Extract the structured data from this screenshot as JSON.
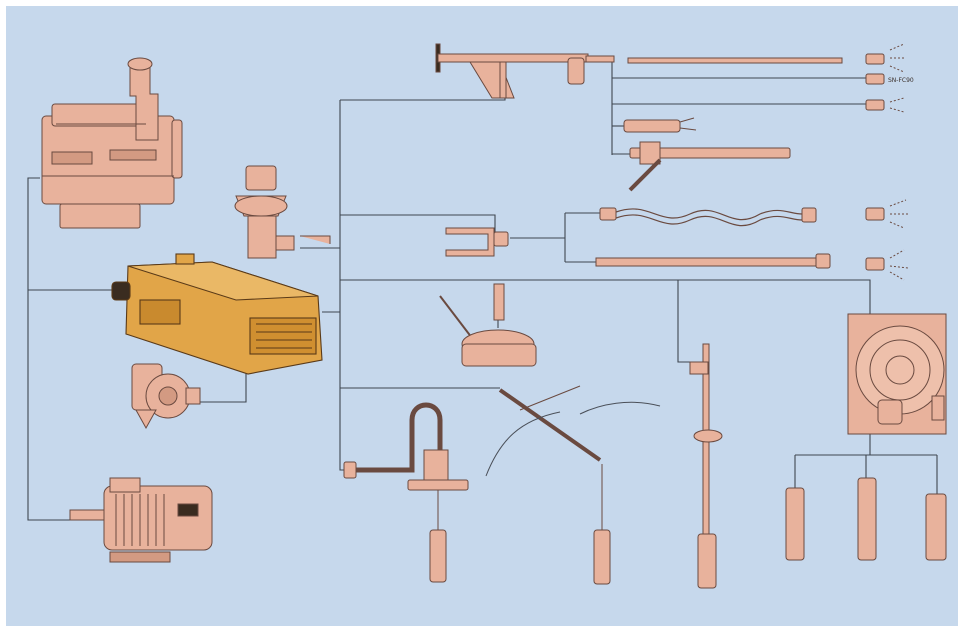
{
  "colors": {
    "background": "#c6d8ec",
    "frame": "#ffffff",
    "line": "#3f4650",
    "component_fill": "#e8b29c",
    "component_stroke": "#6a4a40",
    "pump_fill": "#e1a548",
    "pump_stroke": "#5a3a18"
  },
  "components": [
    "diesel-engine",
    "high-pressure-pump",
    "electric-motor",
    "gearbox",
    "pressure-regulator",
    "spray-gun",
    "nozzles",
    "surface-cleaner",
    "tank-cleaner",
    "hose-reel",
    "sewer-nozzles"
  ],
  "labels": {
    "nozzle_tag": "SN-FC90"
  }
}
